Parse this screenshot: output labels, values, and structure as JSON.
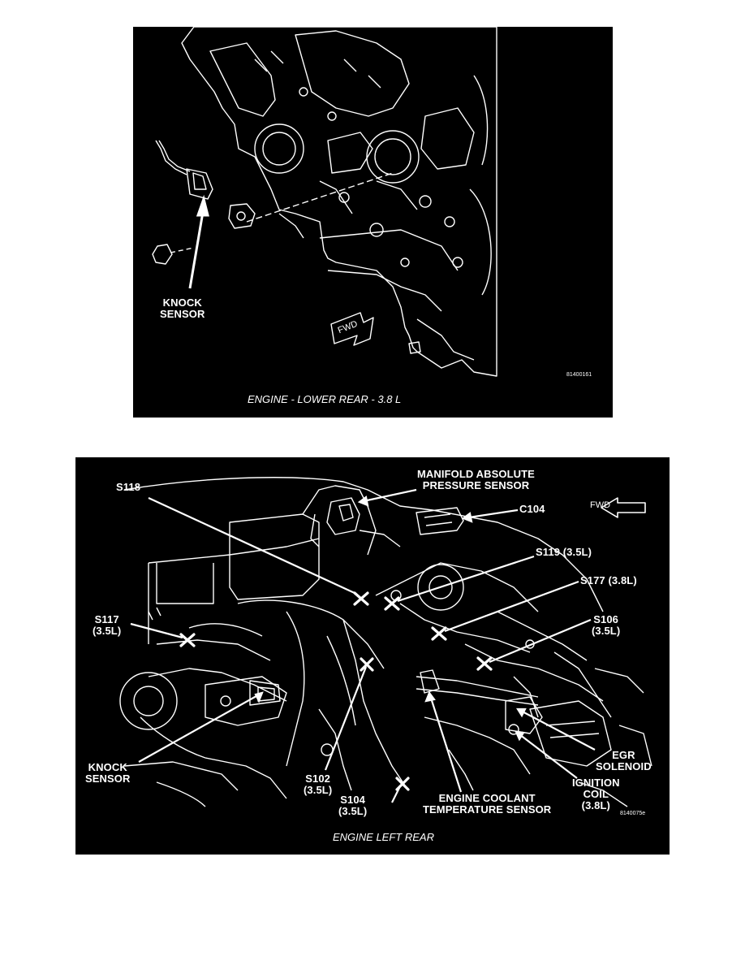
{
  "figure1": {
    "label_knock_sensor": "KNOCK\nSENSOR",
    "fwd": "FWD",
    "code": "81400161",
    "caption": "ENGINE - LOWER REAR - 3.8 L"
  },
  "figure2": {
    "labels": {
      "map_sensor": "MANIFOLD ABSOLUTE\nPRESSURE SENSOR",
      "s118": "S118",
      "c104": "C104",
      "s119": "S119 (3.5L)",
      "s177": "S177 (3.8L)",
      "s117": "S117\n(3.5L)",
      "s106": "S106\n(3.5L)",
      "knock_sensor": "KNOCK\nSENSOR",
      "s102": "S102\n(3.5L)",
      "s104": "S104\n(3.5L)",
      "ect_sensor": "ENGINE COOLANT\nTEMPERATURE SENSOR",
      "egr_solenoid": "EGR\nSOLENOID",
      "ignition_coil": "IGNITION\nCOIL\n(3.8L)"
    },
    "fwd": "FWD",
    "code": "8140075e",
    "caption": "ENGINE LEFT REAR"
  }
}
